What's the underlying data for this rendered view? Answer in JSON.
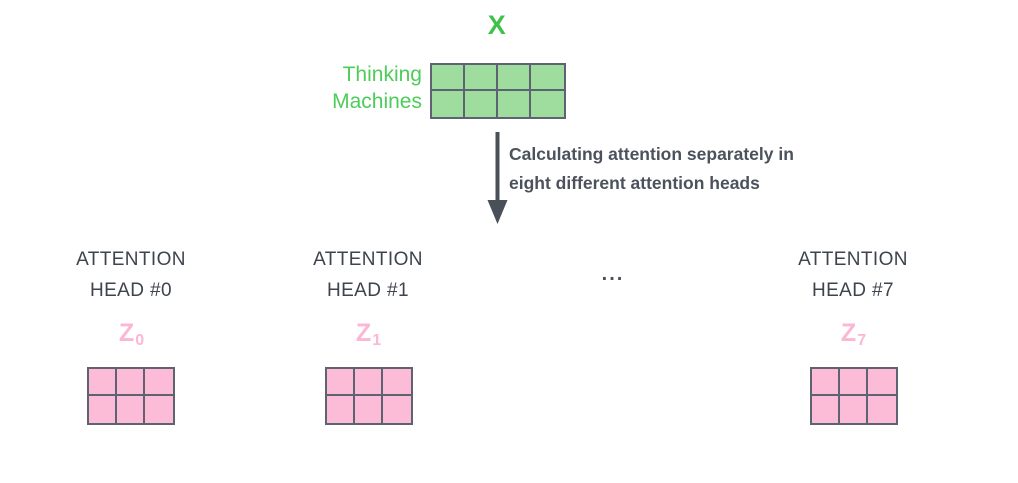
{
  "diagram": {
    "input": {
      "matrix_label": "X",
      "tokens": [
        "Thinking",
        "Machines"
      ],
      "matrix": {
        "rows": 2,
        "cols": 4,
        "fill_color": "#9fdd9f",
        "border_color": "#5d6370"
      },
      "label_color": "#40c249",
      "token_color": "#4ecc5a"
    },
    "transition": {
      "caption_lines": [
        "Calculating attention separately in",
        "eight different attention heads"
      ],
      "arrow_icon": "down-arrow-icon",
      "arrow_color": "#4a5058",
      "caption_color": "#4c525c"
    },
    "ellipsis": "...",
    "heads": [
      {
        "title_lines": [
          "ATTENTION",
          "HEAD #0"
        ],
        "output_label": "Z",
        "output_subscript": "0",
        "matrix": {
          "rows": 2,
          "cols": 3,
          "fill_color": "#fcbcd8",
          "border_color": "#5d6370"
        }
      },
      {
        "title_lines": [
          "ATTENTION",
          "HEAD #1"
        ],
        "output_label": "Z",
        "output_subscript": "1",
        "matrix": {
          "rows": 2,
          "cols": 3,
          "fill_color": "#fcbcd8",
          "border_color": "#5d6370"
        }
      },
      {
        "title_lines": [
          "ATTENTION",
          "HEAD #7"
        ],
        "output_label": "Z",
        "output_subscript": "7",
        "matrix": {
          "rows": 2,
          "cols": 3,
          "fill_color": "#fcbcd8",
          "border_color": "#5d6370"
        }
      }
    ],
    "colors": {
      "background": "#ffffff",
      "green_accent": "#40c249",
      "pink_accent": "#fbb7d4",
      "slate": "#3e444e"
    }
  }
}
